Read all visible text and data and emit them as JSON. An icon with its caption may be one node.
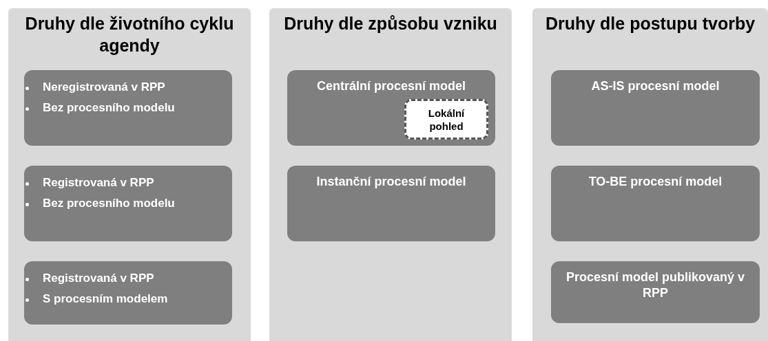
{
  "diagram": {
    "nodes": [
      {
        "text": [
          "Druhy dle životního cyklu agendy"
        ]
      },
      {
        "text": [
          "Neregistrovaná v RPP",
          "Bez procesního modelu"
        ],
        "in": 0
      },
      {
        "text": [
          "Registrovaná v RPP",
          "Bez procesního modelu"
        ],
        "in": 0
      },
      {
        "text": [
          "Registrovaná v RPP",
          "S procesním modelem"
        ],
        "in": 0
      },
      {
        "text": [
          "Druhy dle způsobu vzniku"
        ]
      },
      {
        "text": [
          "Centrální procesní model"
        ],
        "in": 4
      },
      {
        "text": [
          "Lokální pohled"
        ],
        "in": 5
      },
      {
        "text": [
          "Instanční procesní model"
        ],
        "in": 4
      },
      {
        "text": [
          "Druhy dle postupu tvorby"
        ]
      },
      {
        "text": [
          "AS-IS procesní model"
        ],
        "in": 8
      },
      {
        "text": [
          "TO-BE procesní model"
        ],
        "in": 8
      },
      {
        "text": [
          "Procesní model publikovaný v RPP"
        ],
        "in": 8
      }
    ]
  }
}
